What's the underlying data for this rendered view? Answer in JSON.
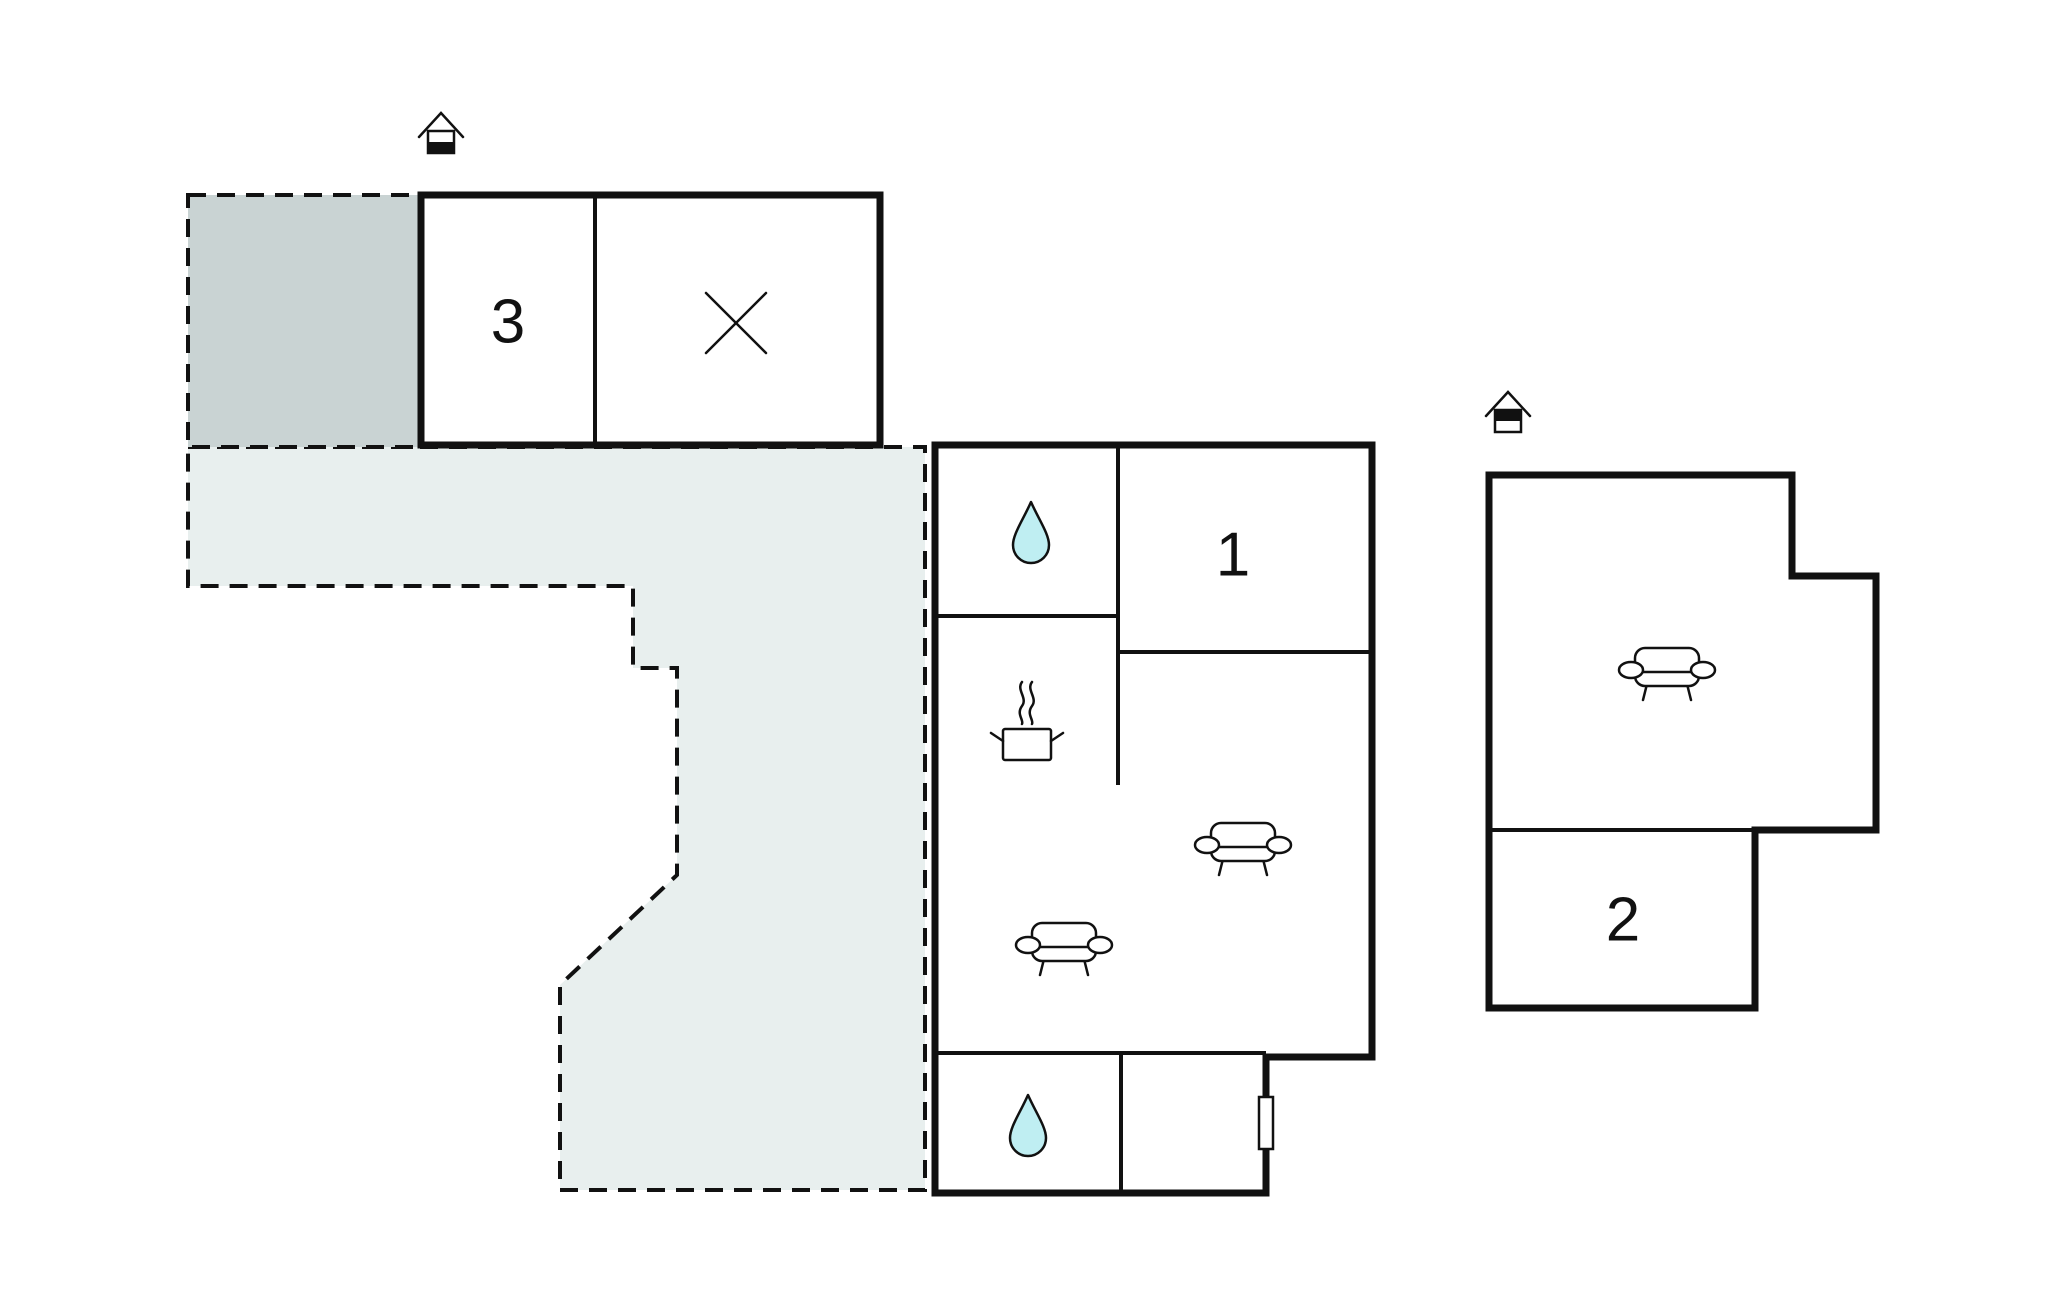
{
  "plan": {
    "room_labels": {
      "room_1": "1",
      "room_2": "2",
      "room_3": "3"
    },
    "colors": {
      "terrace": "#e8efee",
      "covered_terrace": "#c9d3d3",
      "water_drop": "#bfeef2",
      "wall": "#111111"
    },
    "icons": [
      "entrance-icon",
      "no-access-icon",
      "bathroom-icon",
      "kitchen-icon",
      "sofa-icon",
      "window-icon"
    ]
  }
}
